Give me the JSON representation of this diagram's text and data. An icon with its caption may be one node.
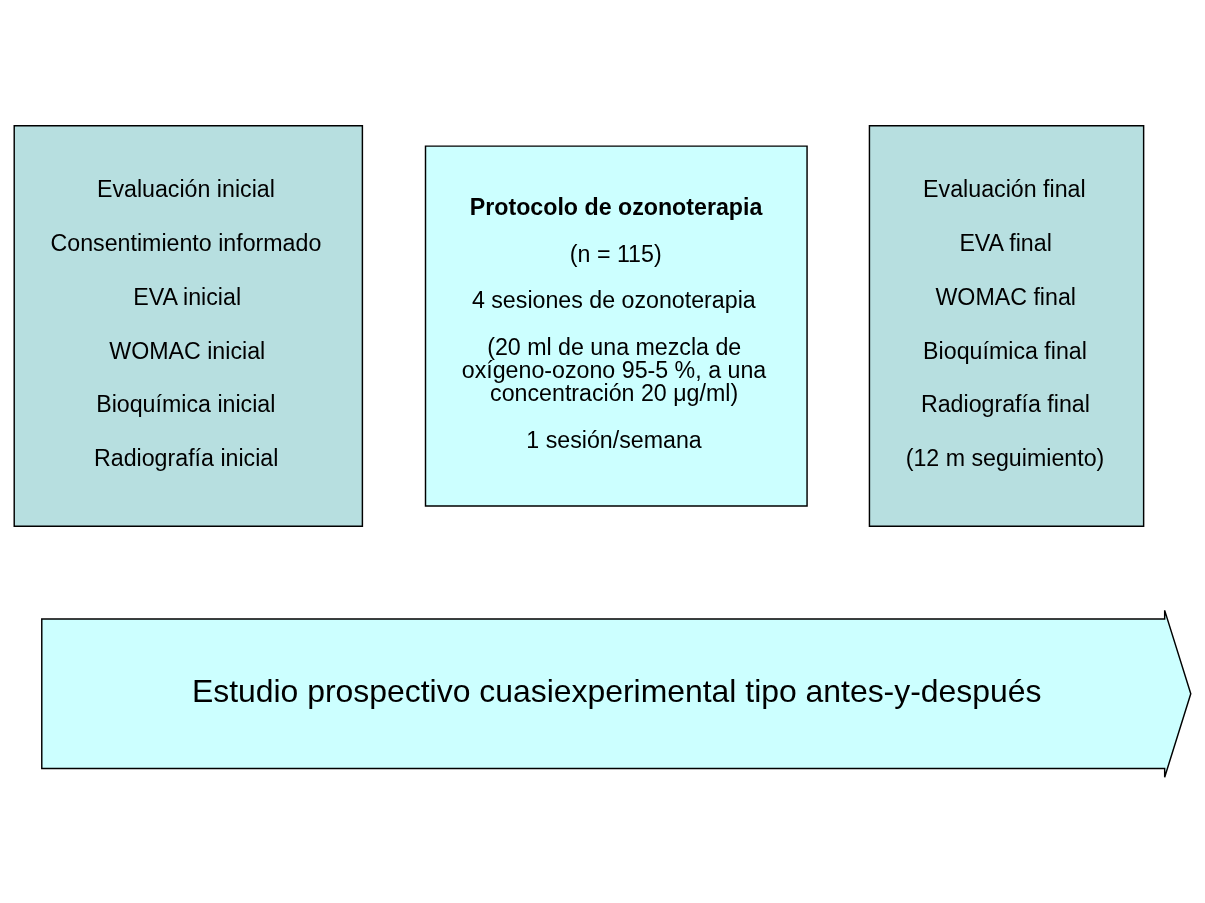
{
  "diagram": {
    "nodes": [
      {
        "text": [
          "Evaluación inicial",
          "Consentimiento informado",
          "EVA inicial",
          "WOMAC inicial",
          "Bioquímica inicial",
          "Radiografía inicial"
        ]
      },
      {
        "text": [
          "Protocolo de ozonoterapia",
          "(n = 115)",
          "4 sesiones de ozonoterapia",
          "(20 ml de una mezcla de oxígeno-ozono 95-5 %, a una concentración 20 μg/ml)",
          "1 sesión/semana"
        ]
      },
      {
        "text": [
          "Evaluación final",
          "EVA final",
          "WOMAC final",
          "Bioquímica final",
          "Radiografía final",
          "(12 m seguimiento)"
        ]
      },
      {
        "text": [
          "Estudio prospectivo cuasiexperimental tipo antes-y-después"
        ]
      }
    ],
    "edges": []
  }
}
